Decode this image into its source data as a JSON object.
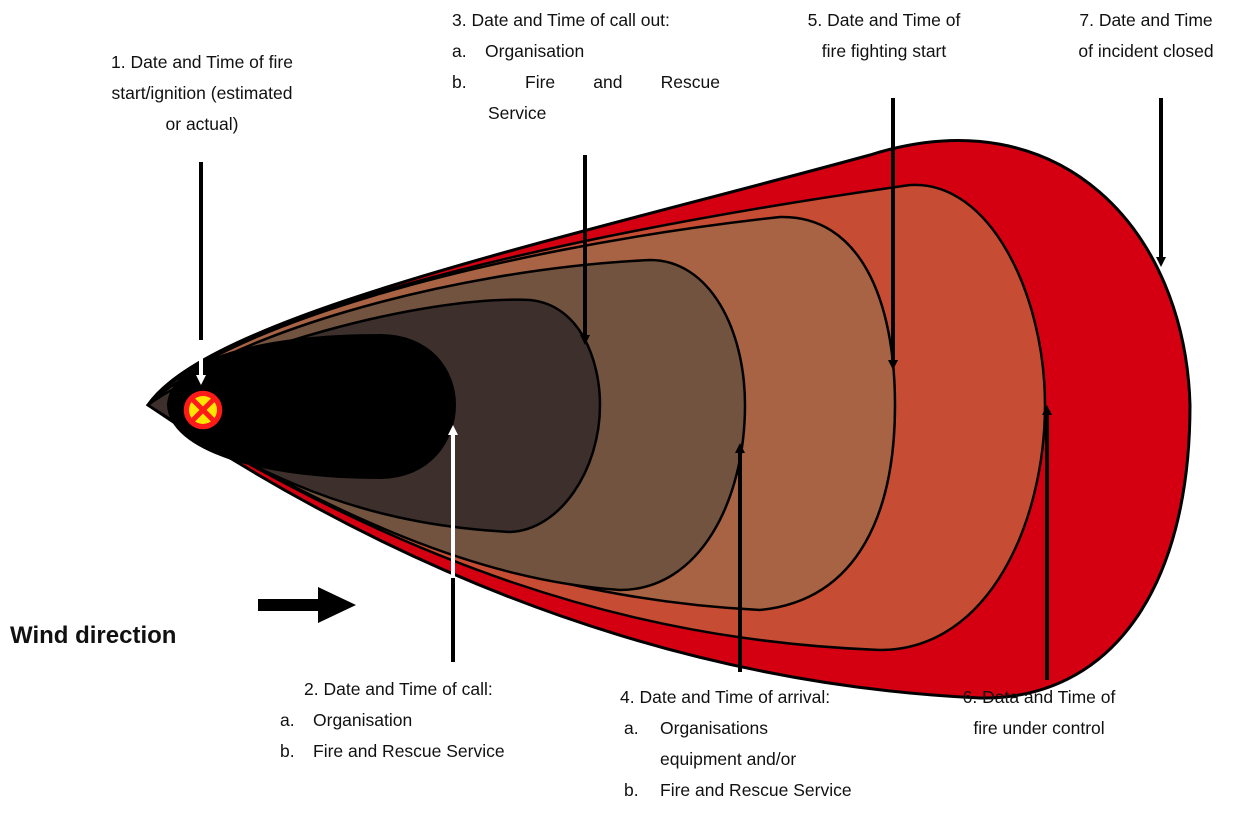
{
  "colors": {
    "zone7": "#d40012",
    "zone6": "#c74c34",
    "zone5": "#a86244",
    "zone4": "#71533f",
    "zone3": "#3d302c",
    "zone2": "#000000",
    "ignition_fill": "#ff1a1a",
    "ignition_cross": "#ffe600",
    "white_arrow": "#ffffff",
    "black_arrow": "#000000"
  },
  "icons": [
    "ignition-point-icon",
    "wind-arrow-icon"
  ],
  "labels": {
    "l1": {
      "lines": [
        "1. Date and Time of fire",
        "start/ignition (estimated",
        "or actual)"
      ]
    },
    "l2": {
      "title": "2. Date and Time of call:",
      "items": [
        {
          "marker": "a.",
          "text": "Organisation"
        },
        {
          "marker": "b.",
          "text": "Fire and Rescue Service"
        }
      ]
    },
    "l3": {
      "title": "3. Date and Time of call out:",
      "item_a_marker": "a.",
      "item_a_text": "Organisation",
      "item_b_marker": "b.",
      "item_b_words": [
        "Fire",
        "and",
        "Rescue"
      ],
      "item_b_cont": "Service"
    },
    "l4": {
      "title": "4. Date and Time of arrival:",
      "item_a_marker": "a.",
      "item_a_lines": [
        "Organisations",
        "equipment and/or"
      ],
      "item_b_marker": "b.",
      "item_b_text": "Fire and Rescue Service"
    },
    "l5": {
      "lines": [
        "5. Date and Time of",
        "fire fighting start"
      ]
    },
    "l6": {
      "lines": [
        "6. Data and Time of",
        "fire under control"
      ]
    },
    "l7": {
      "lines": [
        "7. Date and Time",
        "of incident closed"
      ]
    },
    "wind": "Wind direction"
  }
}
